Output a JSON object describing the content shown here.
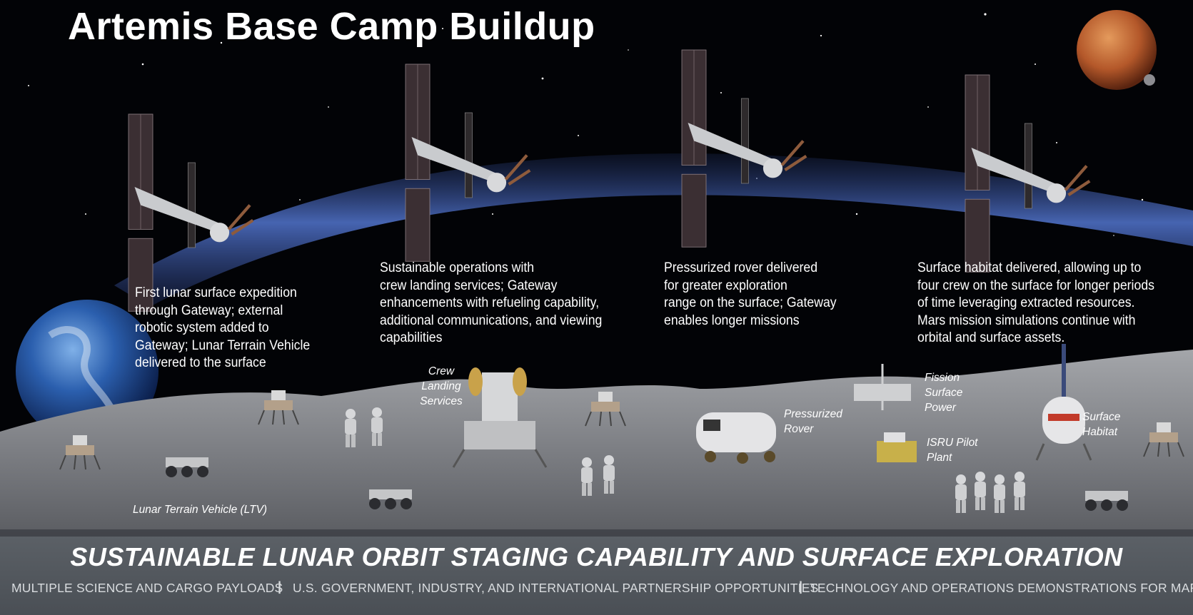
{
  "title": "Artemis Base Camp Buildup",
  "captions": {
    "stage1": "First lunar surface expedition\nthrough Gateway; external\nrobotic system added to\nGateway; Lunar Terrain Vehicle\ndelivered to the surface",
    "stage2": "Sustainable operations with\ncrew landing services; Gateway\nenhancements with refueling capability,\nadditional communications, and viewing\ncapabilities",
    "stage3": "Pressurized rover delivered\nfor greater exploration\nrange on the surface; Gateway\nenables longer missions",
    "stage4": "Surface habitat delivered, allowing up to\nfour crew on the surface for longer periods\nof time leveraging extracted resources.\nMars mission simulations continue with\norbital and surface assets."
  },
  "labels": {
    "ltv": "Lunar Terrain Vehicle (LTV)",
    "crew_landing": "Crew\nLanding\nServices",
    "pressurized_rover": "Pressurized\nRover",
    "fission": "Fission\nSurface\nPower",
    "isru": "ISRU Pilot\nPlant",
    "habitat": "Surface\nHabitat"
  },
  "footer": {
    "headline": "SUSTAINABLE LUNAR ORBIT STAGING CAPABILITY AND SURFACE EXPLORATION",
    "items": [
      "MULTIPLE SCIENCE AND CARGO PAYLOADS",
      "U.S. GOVERNMENT, INDUSTRY, AND INTERNATIONAL PARTNERSHIP OPPORTUNITIES",
      "TECHNOLOGY AND OPERATIONS DEMONSTRATIONS FOR MARS"
    ]
  },
  "colors": {
    "space": "#020306",
    "orbit_band": "#3c5aa8",
    "regolith": "#8d8f93",
    "footer": "#54595f"
  },
  "icons": [
    "earth-icon",
    "mars-icon",
    "gateway-station-icon",
    "lander-icon",
    "astronaut-icon",
    "rover-icon",
    "pressurized-rover-icon",
    "fission-power-icon",
    "isru-plant-icon",
    "surface-habitat-icon"
  ]
}
